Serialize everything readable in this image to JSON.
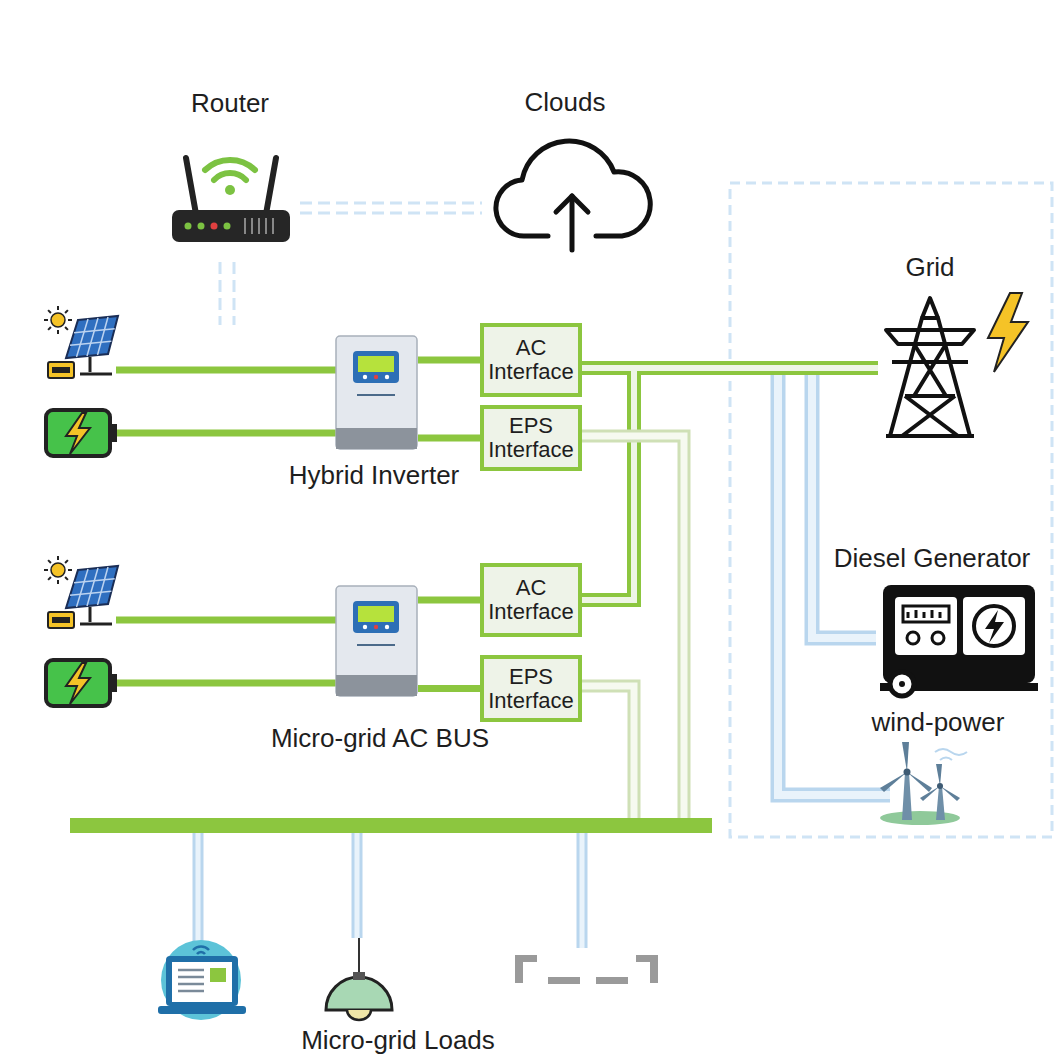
{
  "diagram": {
    "nodes": [
      {
        "text": [
          "Hybrid Inverter"
        ]
      },
      {
        "text": [
          "AC Interface"
        ]
      },
      {
        "text": [
          "EPS Interface"
        ]
      },
      {
        "text": [
          "Micro-grid AC BUS"
        ]
      },
      {
        "text": [
          "AC Interface"
        ]
      },
      {
        "text": [
          "EPS Interface"
        ]
      }
    ],
    "edges": [
      {
        "from": 0,
        "to": 1,
        "arrow": "none"
      },
      {
        "from": 0,
        "to": 2,
        "arrow": "none"
      },
      {
        "from": 3,
        "to": 4,
        "arrow": "none"
      },
      {
        "from": 3,
        "to": 5,
        "arrow": "none"
      }
    ],
    "labels": [
      "Router",
      "Clouds",
      "Grid",
      "Diesel Generator",
      "wind-power",
      "Micro-grid Loads"
    ]
  }
}
